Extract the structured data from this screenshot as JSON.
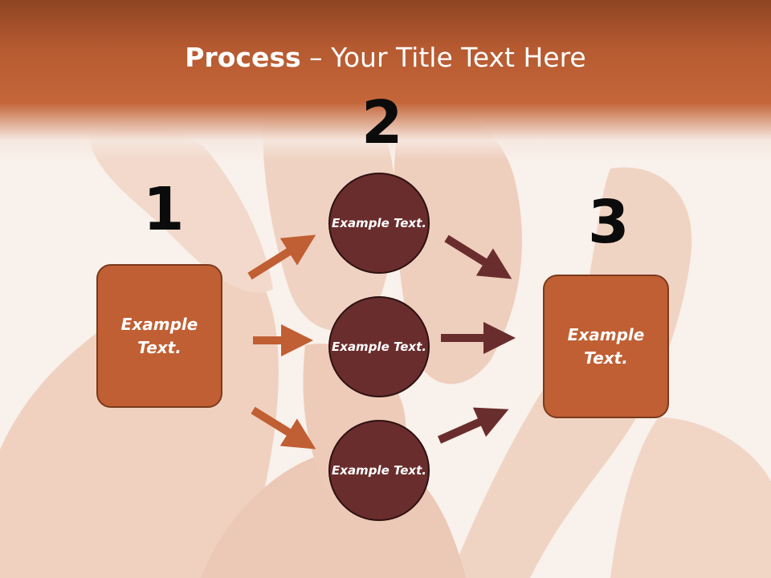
{
  "slide": {
    "title_bold": "Process",
    "title_rest": " – Your Title Text Here",
    "steps": [
      {
        "number": "1",
        "box_text": "Example Text."
      },
      {
        "number": "2"
      },
      {
        "number": "3",
        "box_text": "Example Text."
      }
    ],
    "circles": [
      {
        "text": "Example Text."
      },
      {
        "text": "Example Text."
      },
      {
        "text": "Example Text."
      }
    ]
  },
  "colors": {
    "header": "#b65a31",
    "box_fill": "#c05f33",
    "circle_fill": "#6a2d2d",
    "arrow_left": "#c05f33",
    "arrow_right": "#6a2d2d"
  }
}
